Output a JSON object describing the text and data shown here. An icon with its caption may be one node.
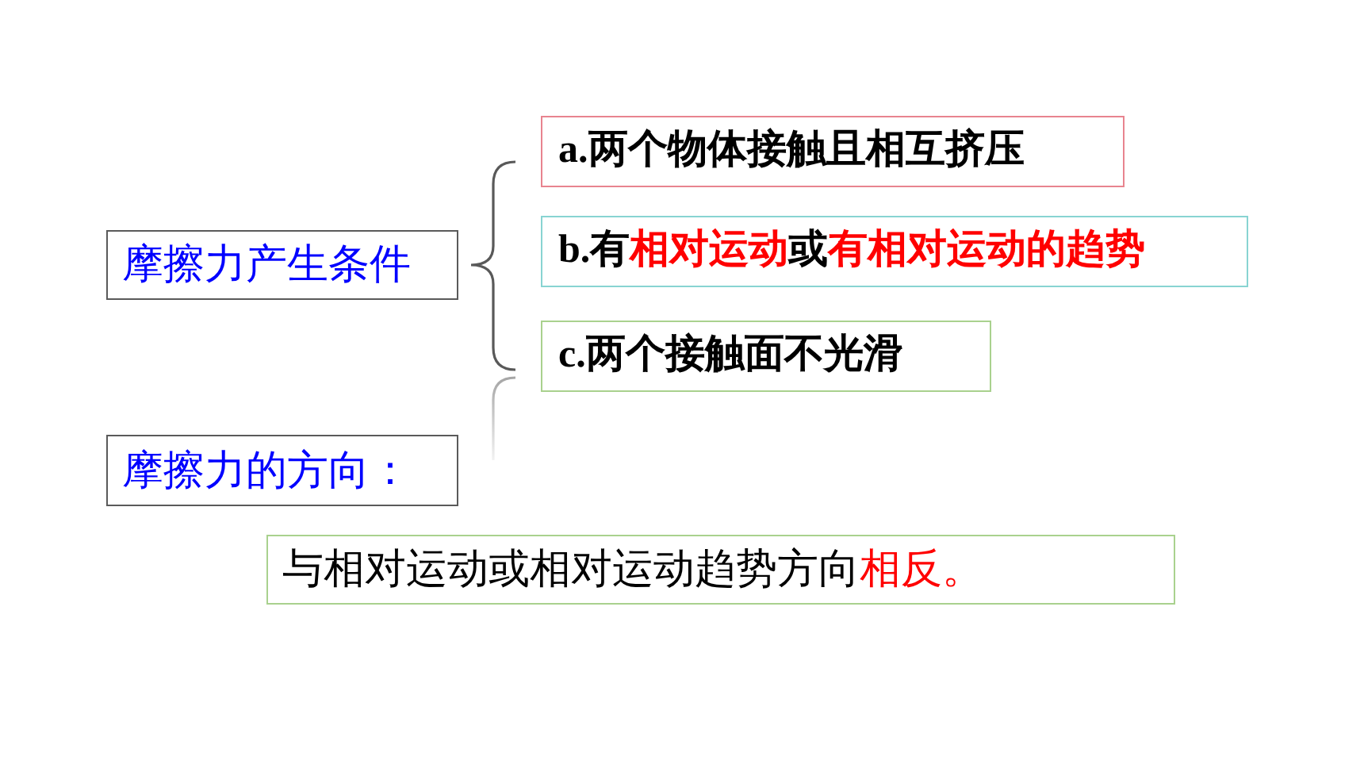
{
  "diagram": {
    "nodes": [
      {
        "text": [
          "摩擦力产生条件"
        ]
      },
      {
        "text": [
          "a.两个物体接触且相互挤压"
        ]
      },
      {
        "text": [
          "b.有",
          "相对运动",
          "或",
          "有相对运动的趋势"
        ]
      },
      {
        "text": [
          "c.两个接触面不光滑"
        ]
      },
      {
        "text": [
          "摩擦力的方向："
        ]
      },
      {
        "text": [
          "与相对运动或相对运动趋势方向",
          "相反。"
        ]
      }
    ]
  }
}
